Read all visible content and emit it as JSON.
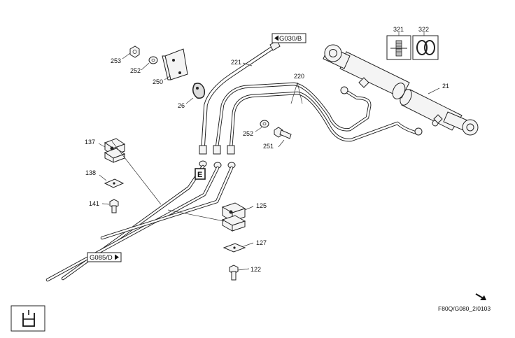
{
  "refs": {
    "g030b": "G030/B",
    "g085d": "G085/D",
    "e": "E"
  },
  "code": "F80Q/G080_2/0103",
  "parts": {
    "p253": "253",
    "p252a": "252",
    "p250": "250",
    "p26": "26",
    "p221": "221",
    "p220": "220",
    "p321": "321",
    "p322": "322",
    "p21": "21",
    "p252b": "252",
    "p251": "251",
    "p137": "137",
    "p138": "138",
    "p141": "141",
    "p125": "125",
    "p127": "127",
    "p122": "122"
  },
  "icons": {
    "arrow": "arrow-southeast-icon",
    "container": "beaker-icon"
  }
}
